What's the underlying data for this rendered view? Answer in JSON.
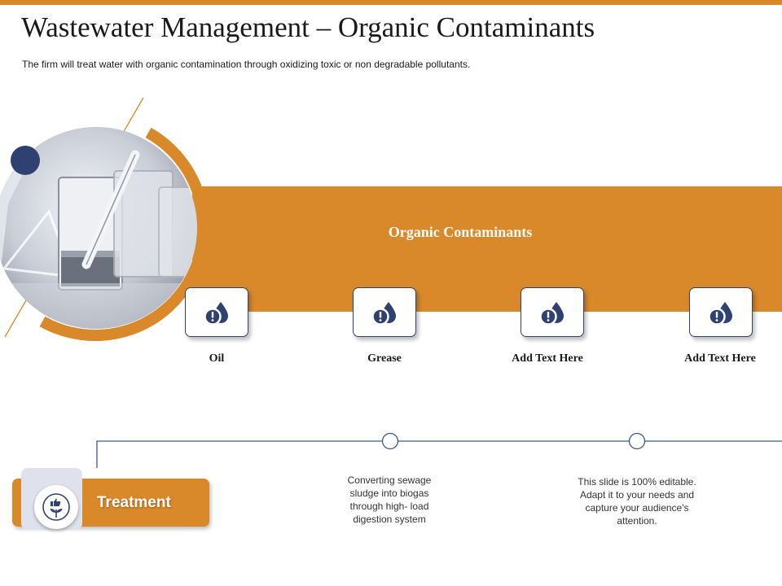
{
  "header": {
    "title": "Wastewater Management – Organic Contaminants",
    "subtitle": "The firm will treat water with organic contamination through oxidizing toxic or non degradable pollutants."
  },
  "band": {
    "title": "Organic Contaminants"
  },
  "contaminants": [
    {
      "label": "Oil",
      "icon": "water-drop-warning-icon"
    },
    {
      "label": "Grease",
      "icon": "water-drop-warning-icon"
    },
    {
      "label": "Add Text Here",
      "icon": "water-drop-warning-icon"
    },
    {
      "label": "Add Text Here",
      "icon": "water-drop-warning-icon"
    }
  ],
  "treatment": {
    "label": "Treatment",
    "icon": "plant-thumbs-up-icon",
    "steps": [
      {
        "text": "Converting sewage sludge into biogas through high- load digestion system"
      },
      {
        "text": "This slide is 100% editable. Adapt it to your needs and capture your audience's attention."
      }
    ]
  },
  "colors": {
    "accent": "#d9882a",
    "navy": "#2f4170",
    "line": "#3b5a8c"
  }
}
